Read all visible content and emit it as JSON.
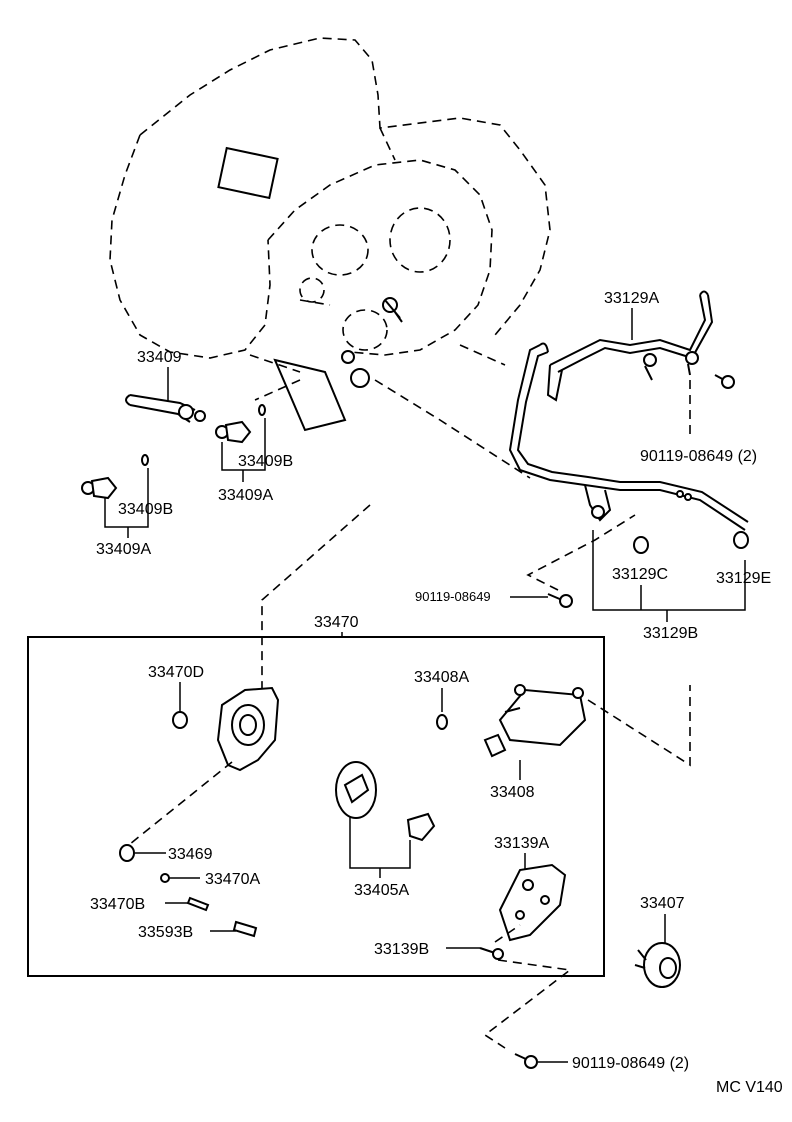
{
  "diagram": {
    "code": "MC V140",
    "labels": {
      "l_33409": "33409",
      "l_33409B_a": "33409B",
      "l_33409A_a": "33409A",
      "l_33409B_b": "33409B",
      "l_33409A_b": "33409A",
      "l_33129A": "33129A",
      "l_90119_top": "90119-08649 (2)",
      "l_33129C": "33129C",
      "l_33129E": "33129E",
      "l_90119_mid": "90119-08649",
      "l_33129B": "33129B",
      "l_33470": "33470",
      "l_33470D": "33470D",
      "l_33408A": "33408A",
      "l_33408": "33408",
      "l_33469": "33469",
      "l_33470A": "33470A",
      "l_33470B": "33470B",
      "l_33593B": "33593B",
      "l_33405A": "33405A",
      "l_33139A": "33139A",
      "l_33139B": "33139B",
      "l_33407": "33407",
      "l_90119_bot": "90119-08649 (2)"
    }
  }
}
